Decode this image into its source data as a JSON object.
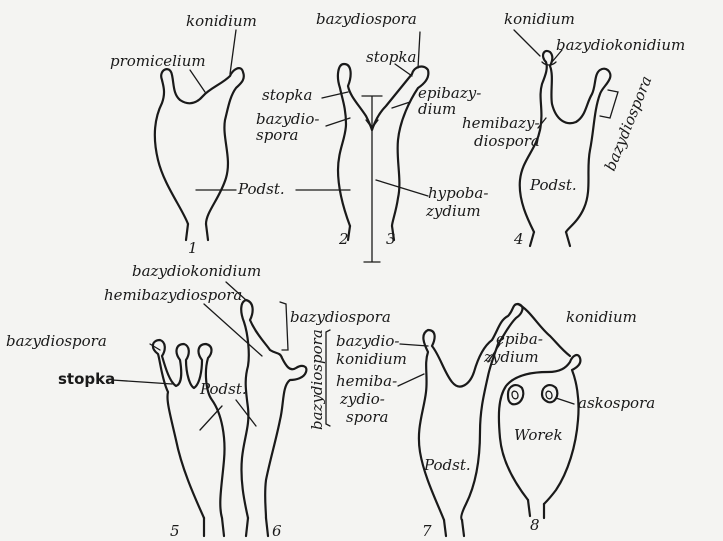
{
  "fig1": {
    "promicelium": "promicelium",
    "konidium": "konidium",
    "num": "1"
  },
  "fig23": {
    "bazydiospora": "bazydiospora",
    "stopka_top": "stopka",
    "stopka": "stopka",
    "bazydiospora_side_1": "bazydio-",
    "bazydiospora_side_2": "spora",
    "epibazydium_1": "epibazy-",
    "epibazydium_2": "dium",
    "podst": "Podst.",
    "hypobazydium_1": "hypoba-",
    "hypobazydium_2": "zydium",
    "num2": "2",
    "num3": "3"
  },
  "fig4": {
    "konidium": "konidium",
    "bazydiokonidium": "bazydiokonidium",
    "hemibazydiospora_1": "hemibazy-",
    "hemibazydiospora_2": "diospora",
    "bazydiospora_vert": "bazydiospora",
    "podst": "Podst.",
    "num": "4"
  },
  "fig56": {
    "bazydiokonidium": "bazydiokonidium",
    "hemibazydiospora": "hemibazydiospora",
    "bazydiospora_right": "bazydiospora",
    "bazydiospora_left": "bazydiospora",
    "stopka": "stopka",
    "podst": "Podst.",
    "num5": "5",
    "num6": "6"
  },
  "fig78": {
    "bazydiospora_vert": "bazydiospora",
    "bazydiokonidium_1": "bazydio-",
    "bazydiokonidium_2": "konidium",
    "hemibazydiospora_1": "hemiba-",
    "hemibazydiospora_2": "zydio-",
    "hemibazydiospora_3": "spora",
    "konidium": "konidium",
    "epibazydium_1": "epiba-",
    "epibazydium_2": "zydium",
    "askospora": "askospora",
    "worek": "Worek",
    "podst": "Podst.",
    "num7": "7",
    "num8": "8"
  }
}
